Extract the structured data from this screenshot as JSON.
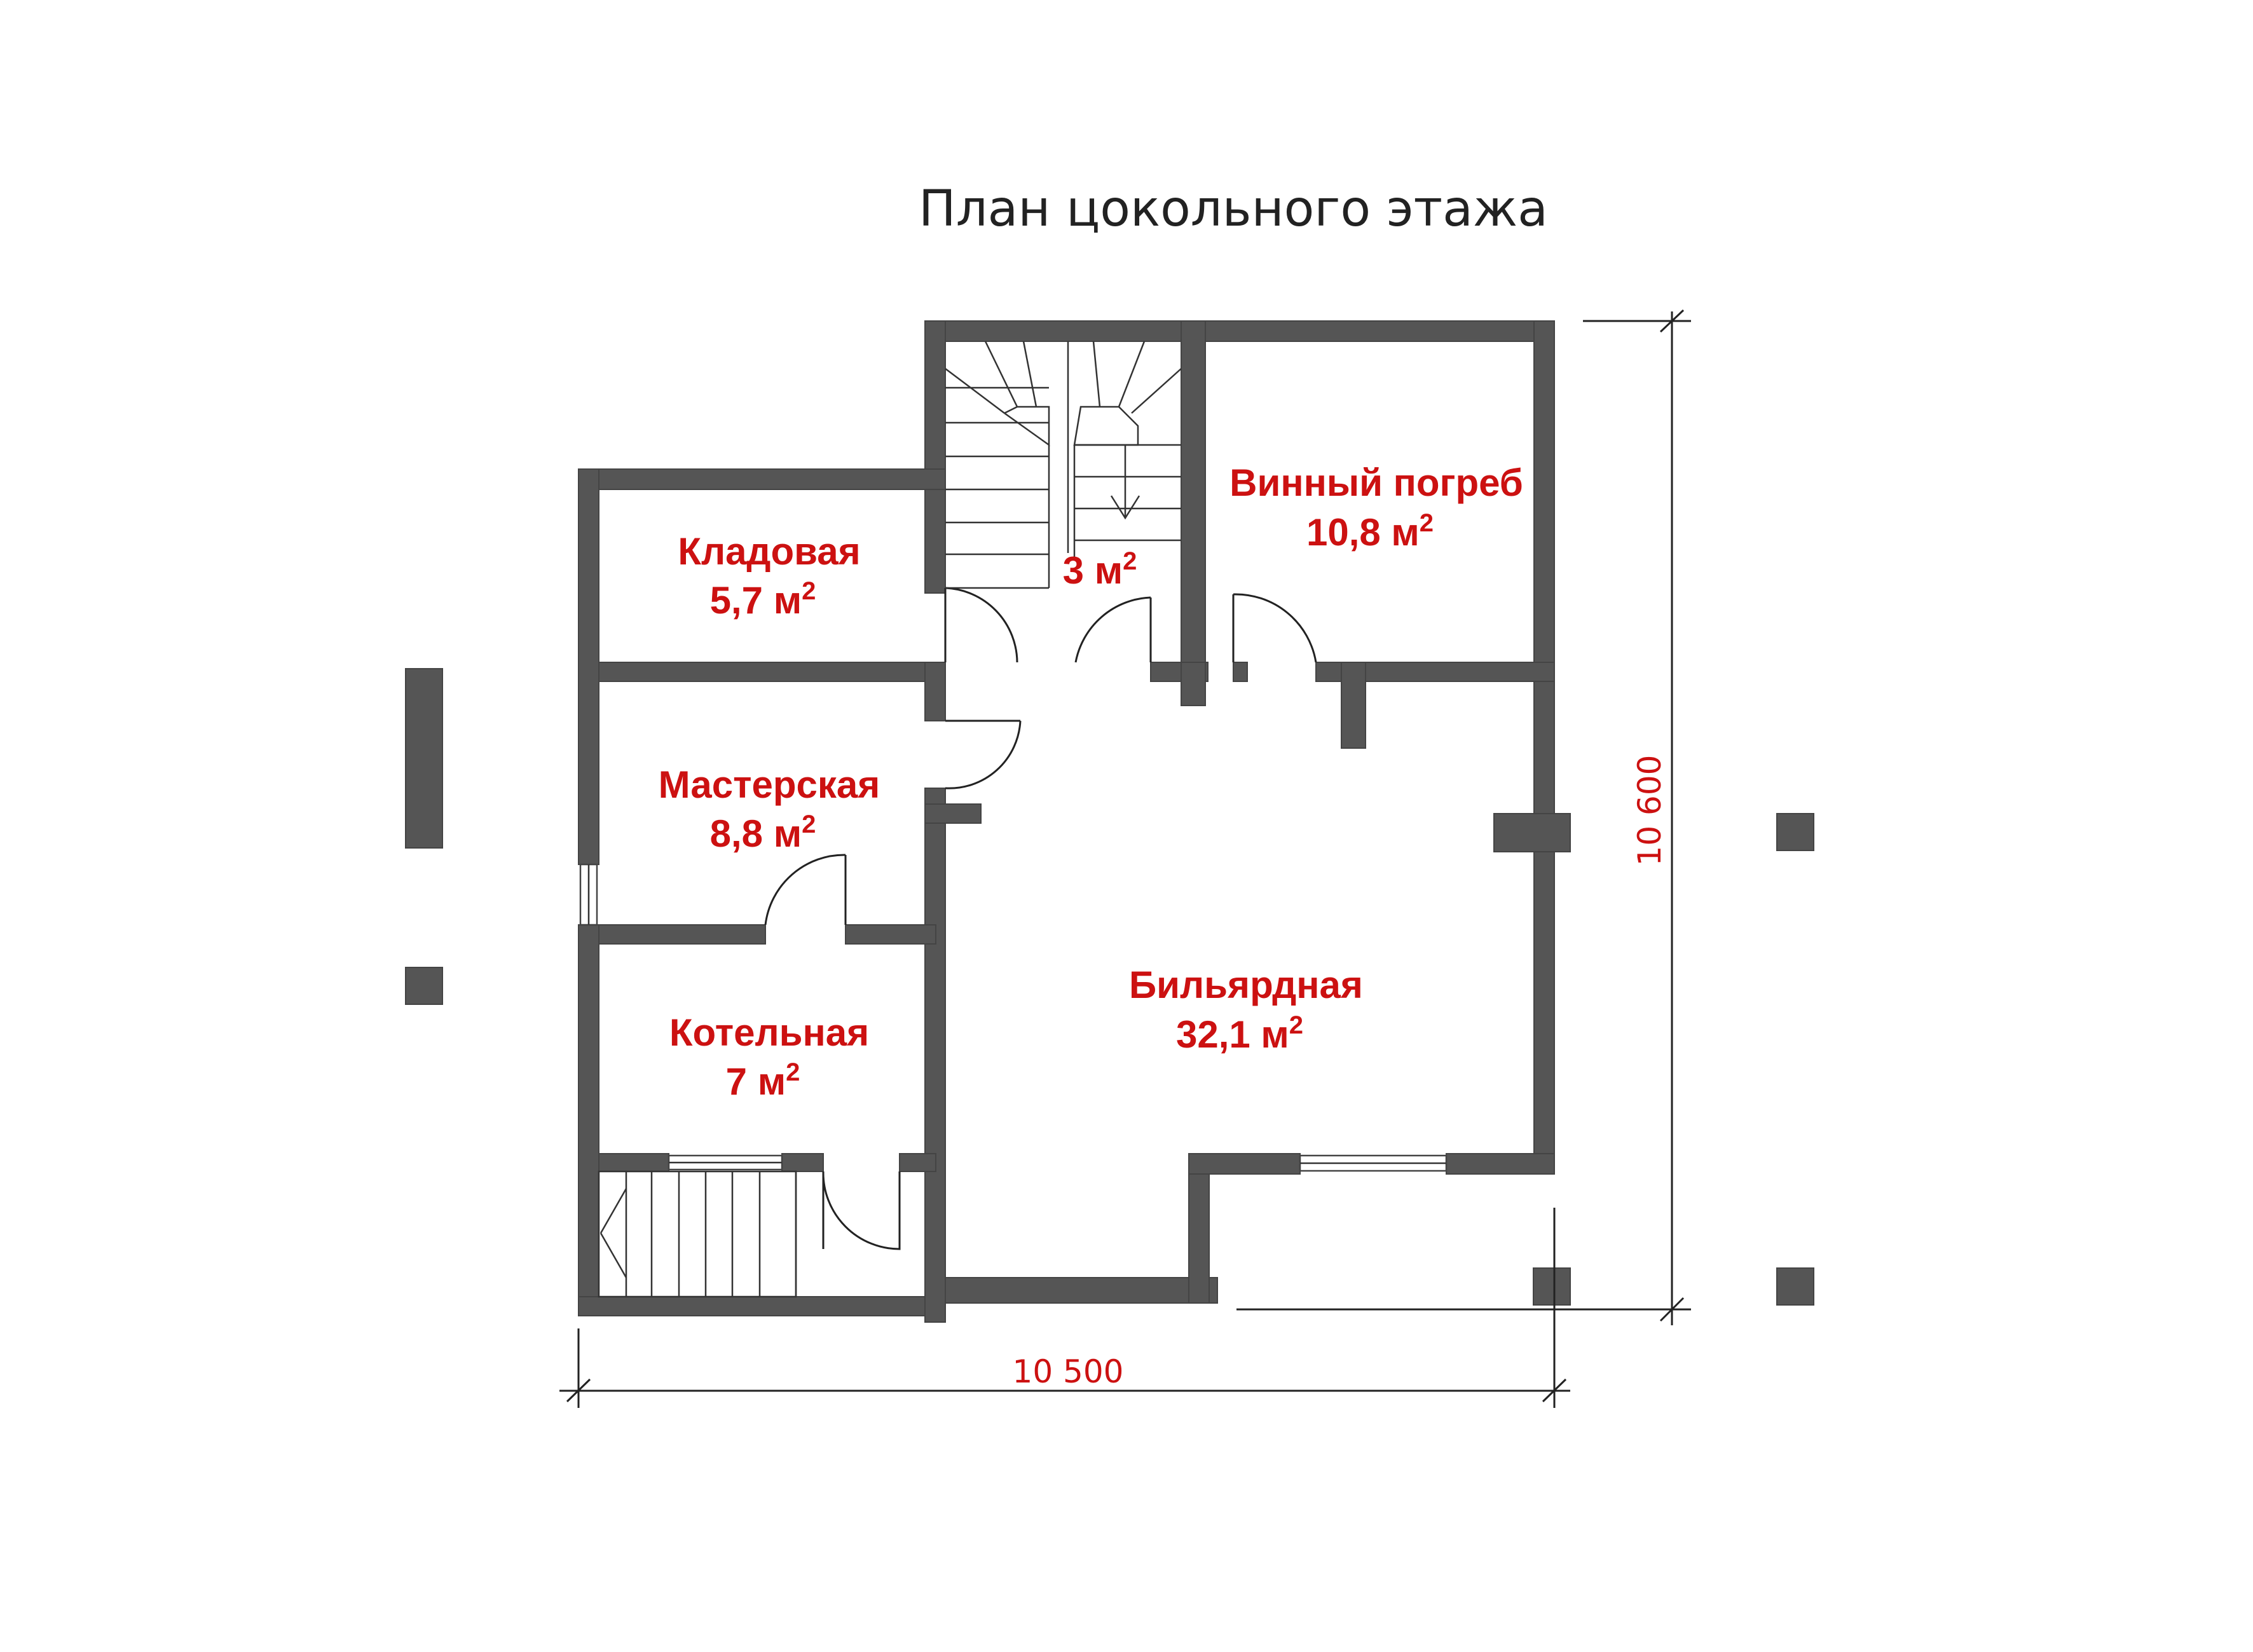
{
  "title": "План цокольного этажа",
  "rooms": [
    {
      "name": "Кладовая",
      "area": "5,7 м",
      "sup": "2"
    },
    {
      "name": "",
      "area": "3 м",
      "sup": "2"
    },
    {
      "name": "Винный погреб",
      "area": "10,8 м",
      "sup": "2"
    },
    {
      "name": "Мастерская",
      "area": "8,8 м",
      "sup": "2"
    },
    {
      "name": "Бильярдная",
      "area": "32,1 м",
      "sup": "2"
    },
    {
      "name": "Котельная",
      "area": "7 м",
      "sup": "2"
    }
  ],
  "dimensions": {
    "width": "10 500",
    "height": "10 600"
  },
  "colors": {
    "wall": "#555555",
    "label": "#cc1111",
    "line": "#222222"
  }
}
